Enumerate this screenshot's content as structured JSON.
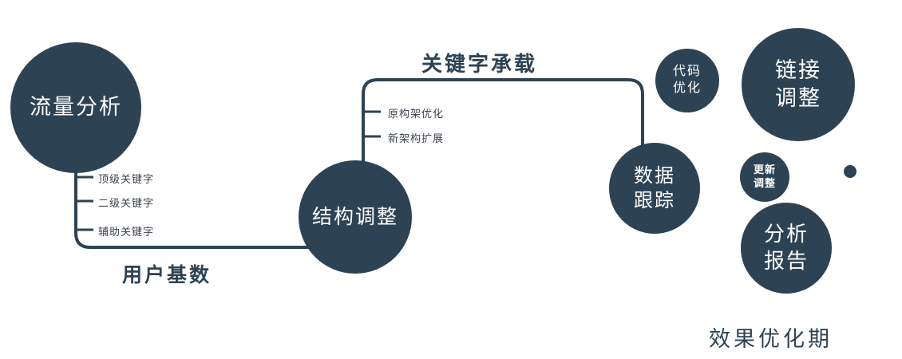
{
  "colors": {
    "primary": "#2d4354",
    "background": "#ffffff",
    "branch_text": "#3d4450"
  },
  "nodes": {
    "traffic": {
      "label": "流量分析"
    },
    "structure": {
      "label": "结构调整"
    },
    "tracking": {
      "line1": "数据",
      "line2": "跟踪"
    },
    "code": {
      "line1": "代码",
      "line2": "优化"
    },
    "link": {
      "line1": "链接",
      "line2": "调整"
    },
    "update": {
      "line1": "更新",
      "line2": "调整"
    },
    "report": {
      "line1": "分析",
      "line2": "报告"
    }
  },
  "edges": {
    "user_base": "用户基数",
    "keyword_carry": "关键字承载"
  },
  "branches": {
    "traffic": [
      "顶级关键字",
      "二级关键字",
      "辅助关键字"
    ],
    "structure": [
      "原构架优化",
      "新架构扩展"
    ]
  },
  "footer": "效果优化期"
}
